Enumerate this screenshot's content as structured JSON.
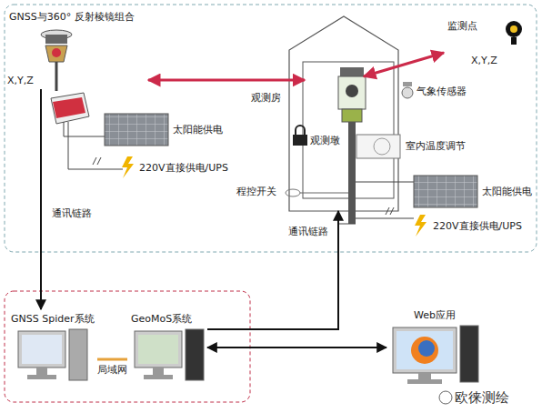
{
  "diagram": {
    "nodes": [
      {
        "text": [
          "GNSS与360° 反射棱镜组合",
          "X,Y,Z"
        ]
      },
      {
        "text": [
          "观测房"
        ]
      },
      {
        "text": [
          "观测墩"
        ],
        "in": 1
      },
      {
        "text": [
          "监测点",
          "X,Y,Z"
        ]
      },
      {
        "text": [
          "GNSS Spider系统"
        ]
      },
      {
        "text": [
          "GeoMoS系统"
        ]
      },
      {
        "text": [
          "Web应用"
        ]
      }
    ],
    "edges": [
      {
        "from": 0,
        "to": 2,
        "arrow": "both"
      },
      {
        "from": 2,
        "to": 3,
        "arrow": "both"
      },
      {
        "from": 0,
        "to": 4,
        "label": "通讯链路",
        "arrow": "to"
      },
      {
        "from": 4,
        "to": 5,
        "label": "局域网",
        "arrow": "none"
      },
      {
        "from": 5,
        "to": 6,
        "arrow": "both"
      },
      {
        "from": 5,
        "to": 1,
        "label": "通讯链路",
        "arrow": "to"
      }
    ],
    "labels": [
      "太阳能供电",
      "220V直接供电/UPS",
      "气象传感器",
      "室内温度调节",
      "程控开关",
      "太阳能供电",
      "220V直接供电/UPS",
      "欧徕测绘"
    ]
  }
}
